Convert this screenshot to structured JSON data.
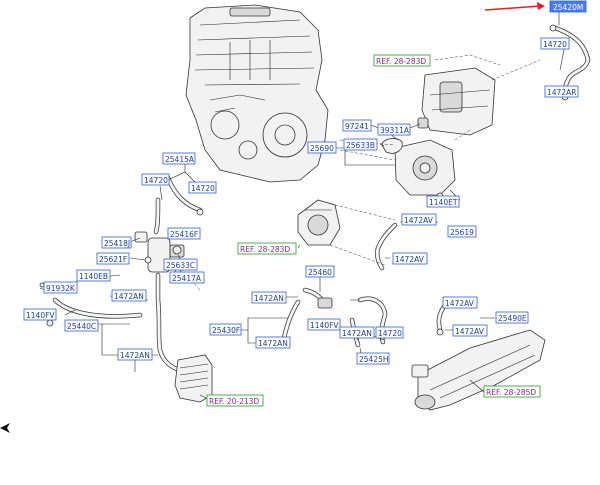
{
  "callouts": {
    "c25420": "25420M",
    "c1472_tr": "14720",
    "c1472AR": "1472AR",
    "ref_top": "REF. 28-283D",
    "c97241": "97241",
    "c39311A": "39311A",
    "c25690": "25690",
    "c25633B": "25633B",
    "c1140ET": "1140ET",
    "c25415A": "25415A",
    "c14720_a": "14720",
    "c14720_b": "14720",
    "c1472AV_1": "1472AV",
    "c25619": "25619",
    "ref_mid": "REF. 28-283D",
    "c1472AV_2": "1472AV",
    "c25416F": "25416F",
    "c25418J": "25418J",
    "c25621F": "25621F",
    "c25633C": "25633C",
    "c1140EB": "1140EB",
    "c25417A": "25417A",
    "c91932K": "91932K",
    "c1472AN_1": "1472AN",
    "c25460": "25460",
    "c1472AN_2": "1472AN",
    "c1472AV_3": "1472AV",
    "c1140FV_l": "1140FV",
    "c25440C": "25440C",
    "c25430F": "25430F",
    "c1140FV_m": "1140FV",
    "c1472AN_3": "1472AN",
    "c14720_c": "14720",
    "c25490E": "25490E",
    "c1472AV_4": "1472AV",
    "c1472AN_4": "1472AN",
    "c1472AN_5": "1472AN",
    "c25425H": "25425H",
    "ref_low": "REF. 20-213D",
    "ref_right": "REF. 28-285D"
  },
  "colors": {
    "label": "#1a3f9c",
    "box": "#2f5fd0",
    "ref_box": "#3aa83a",
    "ref_text": "#8a2b8f",
    "highlight": "#4a7bff",
    "arrow": "#e02020"
  }
}
